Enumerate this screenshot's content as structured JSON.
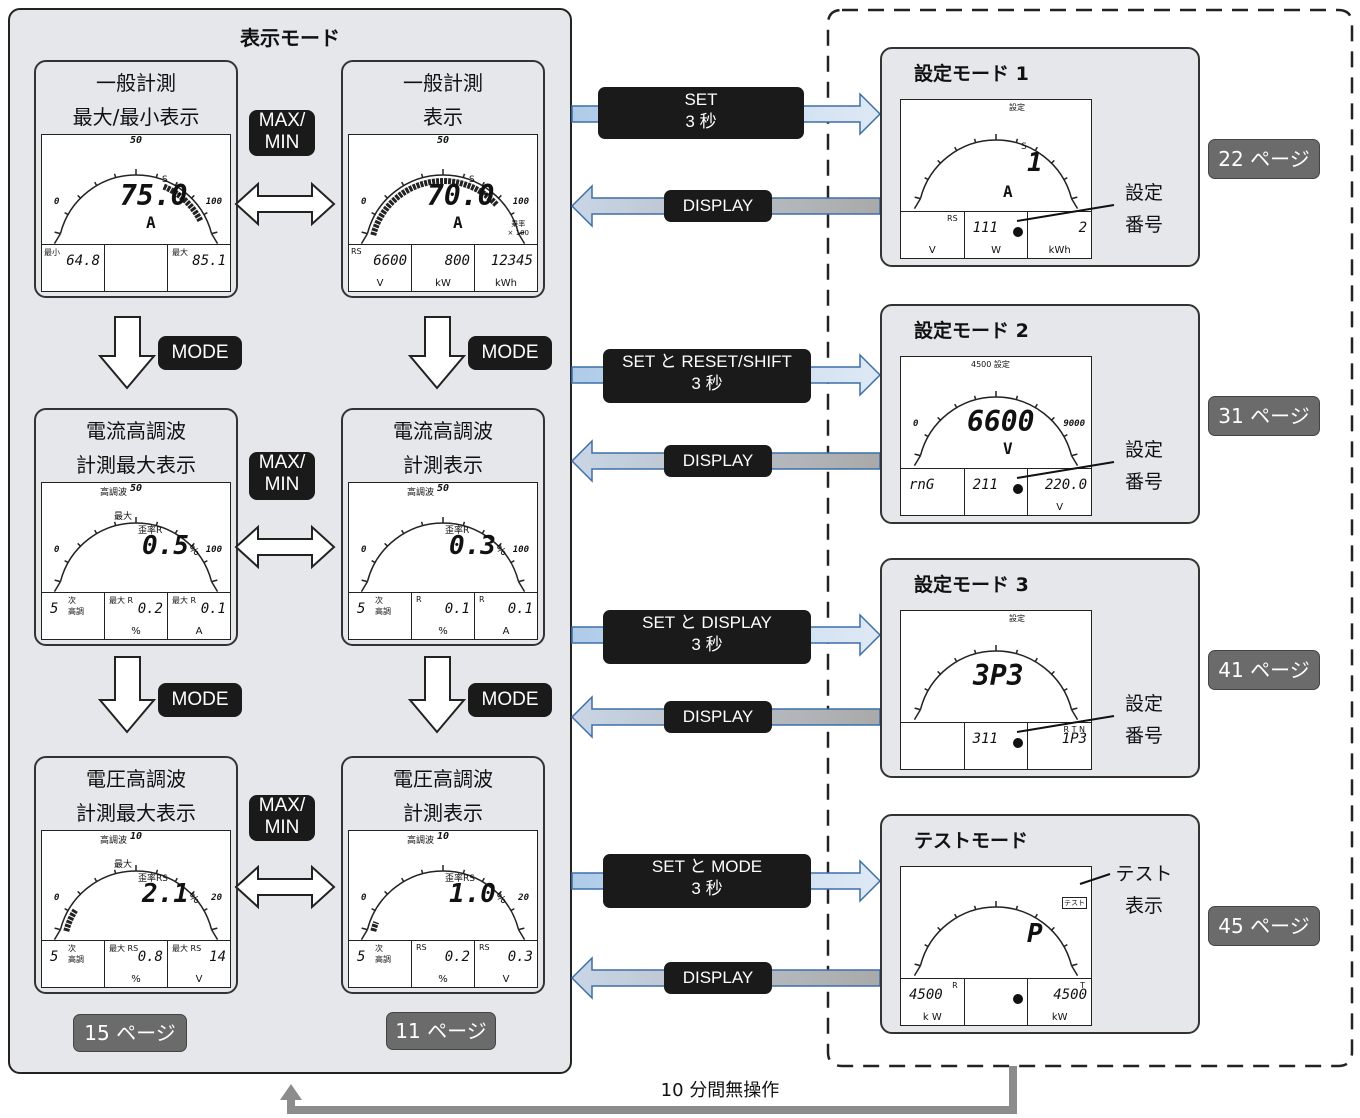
{
  "display_mode": {
    "title": "表示モード",
    "page_left": "15 ページ",
    "page_right": "11 ページ",
    "max_min_label": "MAX/\nMIN",
    "mode_label": "MODE",
    "cards": {
      "general_maxmin": {
        "title1": "一般計測",
        "title2": "最大/最小表示",
        "scale_top": "50",
        "scale_left": "0",
        "scale_right": "100",
        "phase": "S",
        "value": "75.0",
        "unit": "A",
        "b1_tag": "最小",
        "b1_val": "64.8",
        "b3_tag": "最大",
        "b3_val": "85.1"
      },
      "general": {
        "title1": "一般計測",
        "title2": "表示",
        "scale_top": "50",
        "scale_left": "0",
        "scale_right": "100",
        "phase": "S",
        "value": "70.0",
        "unit": "A",
        "mult": "乗率\n× 100",
        "b1_tag": "RS",
        "b1_val": "6600",
        "b1_unit": "V",
        "b2_val": "800",
        "b2_unit": "kW",
        "b3_val": "12345",
        "b3_unit": "kWh"
      },
      "current_harm_max": {
        "title1": "電流高調波",
        "title2": "計測最大表示",
        "scale_label": "高調波",
        "scale_top": "50",
        "scale_left": "0",
        "scale_right": "100",
        "max_tag": "最大",
        "phase": "歪率R",
        "value": "0.5",
        "pct": "%",
        "b1_val": "5",
        "b1_tag": "次\n高調",
        "b2_tag": "最大 R",
        "b2_val": "0.2",
        "b2_unit": "%",
        "b3_tag": "最大 R",
        "b3_val": "0.1",
        "b3_unit": "A"
      },
      "current_harm": {
        "title1": "電流高調波",
        "title2": "計測表示",
        "scale_label": "高調波",
        "scale_top": "50",
        "scale_left": "0",
        "scale_right": "100",
        "phase": "歪率R",
        "value": "0.3",
        "pct": "%",
        "b1_val": "5",
        "b1_tag": "次\n高調",
        "b2_tag": "R",
        "b2_val": "0.1",
        "b2_unit": "%",
        "b3_tag": "R",
        "b3_val": "0.1",
        "b3_unit": "A"
      },
      "voltage_harm_max": {
        "title1": "電圧高調波",
        "title2": "計測最大表示",
        "scale_label": "高調波",
        "scale_top": "10",
        "scale_left": "0",
        "scale_right": "20",
        "max_tag": "最大",
        "phase": "歪率RS",
        "value": "2.1",
        "pct": "%",
        "b1_val": "5",
        "b1_tag": "次\n高調",
        "b2_tag": "最大 RS",
        "b2_val": "0.8",
        "b2_unit": "%",
        "b3_tag": "最大 RS",
        "b3_val": "14",
        "b3_unit": "V"
      },
      "voltage_harm": {
        "title1": "電圧高調波",
        "title2": "計測表示",
        "scale_label": "高調波",
        "scale_top": "10",
        "scale_left": "0",
        "scale_right": "20",
        "phase": "歪率RS",
        "value": "1.0",
        "pct": "%",
        "b1_val": "5",
        "b1_tag": "次\n高調",
        "b2_tag": "RS",
        "b2_val": "0.2",
        "b2_unit": "%",
        "b3_tag": "RS",
        "b3_val": "0.3",
        "b3_unit": "V"
      }
    }
  },
  "arrows": {
    "set": "SET\n3 秒",
    "set_reset": "SET と RESET/SHIFT\n3 秒",
    "set_display": "SET と DISPLAY\n3 秒",
    "set_mode": "SET と MODE\n3 秒",
    "display": "DISPLAY"
  },
  "setting_modes": [
    {
      "title": "設定モード 1",
      "page": "22 ページ",
      "label": "設定\n番号",
      "top_tag": "設定",
      "phase": "S",
      "value": "1",
      "unit": "A",
      "b1_tag": "RS",
      "b1_unit": "V",
      "b2_val": "111",
      "b2_unit": "W",
      "b3_val": "2",
      "b3_unit": "kWh"
    },
    {
      "title": "設定モード 2",
      "page": "31 ページ",
      "label": "設定\n番号",
      "top_tag": "4500 設定",
      "scale_left": "0",
      "scale_right": "9000",
      "value": "6600",
      "unit": "V",
      "b1_val": "rnG",
      "b2_val": "211",
      "b3_val": "220.0",
      "b3_unit": "V"
    },
    {
      "title": "設定モード 3",
      "page": "41 ページ",
      "label": "設定\n番号",
      "top_tag": "設定",
      "value": "3P3",
      "b2_val": "311",
      "b3_tag": "R T N",
      "b3_val": "1P3"
    },
    {
      "title": "テストモード",
      "page": "45 ページ",
      "label": "テスト\n表示",
      "test_tag": "テスト",
      "value": "P",
      "b1_tag": "R",
      "b1_val": "4500",
      "b1_unit": "k W",
      "b3_tag": "T",
      "b3_val": "4500",
      "b3_unit": "kW"
    }
  ],
  "timeout": "10 分間無操作",
  "colors": {
    "panel": "#e6e7ea",
    "key": "#1a1a1a",
    "badge": "#6b6b6b",
    "arrow_fill": "#c9dcf0",
    "arrow_edge": "#3d6fa8",
    "return_arrow": "#8c8c8c"
  }
}
